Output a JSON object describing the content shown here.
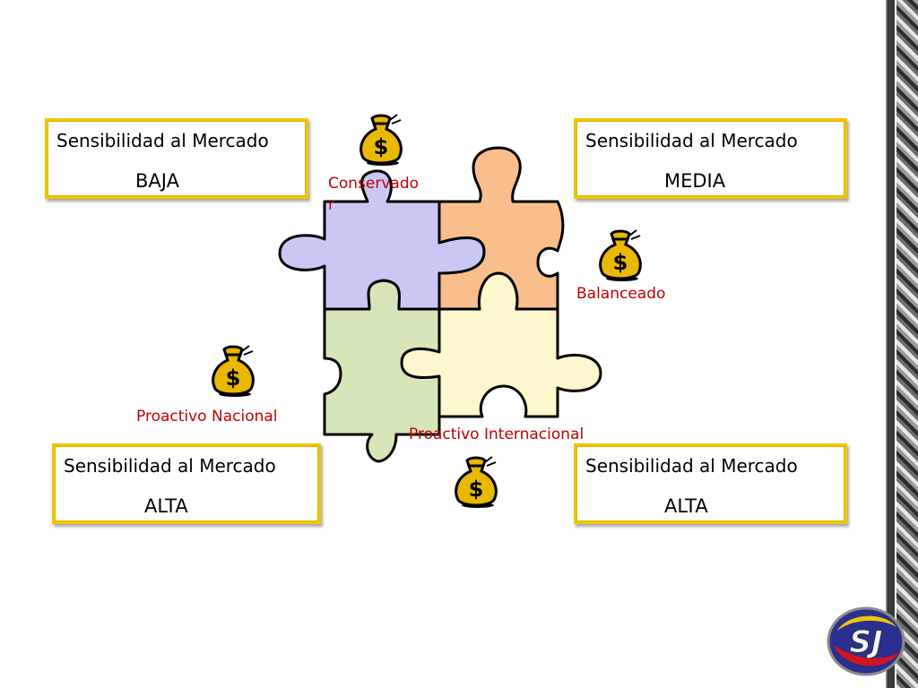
{
  "boxes": [
    {
      "line1": "Sensibilidad al Mercado",
      "line2": "BAJA"
    },
    {
      "line1": "Sensibilidad al Mercado",
      "line2": "MEDIA"
    },
    {
      "line1": "Sensibilidad al Mercado",
      "line2": "ALTA"
    },
    {
      "line1": "Sensibilidad al Mercado",
      "line2": "ALTA"
    }
  ],
  "labels": {
    "conservador": "Conservado\nr",
    "balanceado": "Balanceado",
    "proactivo_nacional": "Proactivo Nacional",
    "proactivo_internacional": "Proactivo Internacional"
  },
  "bag_symbol": "$",
  "logo_text": "SJ",
  "colors": {
    "box_border": "#f2c500",
    "label_red": "#c00000",
    "piece_top_left": "#c9c8f5",
    "piece_top_right": "#f8be8c",
    "piece_bottom_left": "#d6e6b8",
    "piece_bottom_right": "#fdf7cd",
    "bag_gold": "#e9b800"
  },
  "icons": [
    "money-bag-icon",
    "jigsaw-puzzle",
    "logo-emblem"
  ]
}
